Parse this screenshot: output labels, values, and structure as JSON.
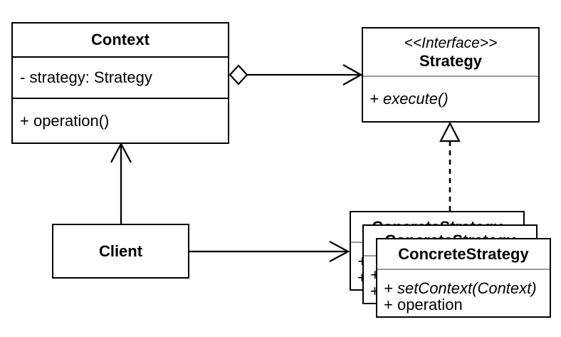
{
  "diagram": {
    "kind": "uml-class-diagram",
    "pattern_name": "Strategy",
    "colors": {
      "background": "#ffffff",
      "stroke": "#000000",
      "box_fill": "#ffffff",
      "light_divider": "#9a9a9a"
    },
    "classes": {
      "context": {
        "name": "Context",
        "attribute": "- strategy: Strategy",
        "method": "+ operation()"
      },
      "strategy": {
        "stereotype": "<<Interface>>",
        "name": "Strategy",
        "method": "+ execute()"
      },
      "client": {
        "name": "Client"
      },
      "concrete": {
        "name": "ConcreteStrategy",
        "method1": "+ setContext(Context)",
        "method2": "+ operation"
      }
    },
    "relations": [
      {
        "type": "aggregation",
        "from": "Context",
        "to": "Strategy",
        "style": "solid-line-hollow-diamond-open-arrow"
      },
      {
        "type": "association",
        "from": "Client",
        "to": "Context",
        "style": "solid-line-open-arrow"
      },
      {
        "type": "association",
        "from": "Client",
        "to": "ConcreteStrategy",
        "style": "solid-line-open-arrow"
      },
      {
        "type": "realization",
        "from": "ConcreteStrategy",
        "to": "Strategy",
        "style": "dashed-line-hollow-triangle"
      }
    ],
    "concrete_stack_count": 3
  }
}
